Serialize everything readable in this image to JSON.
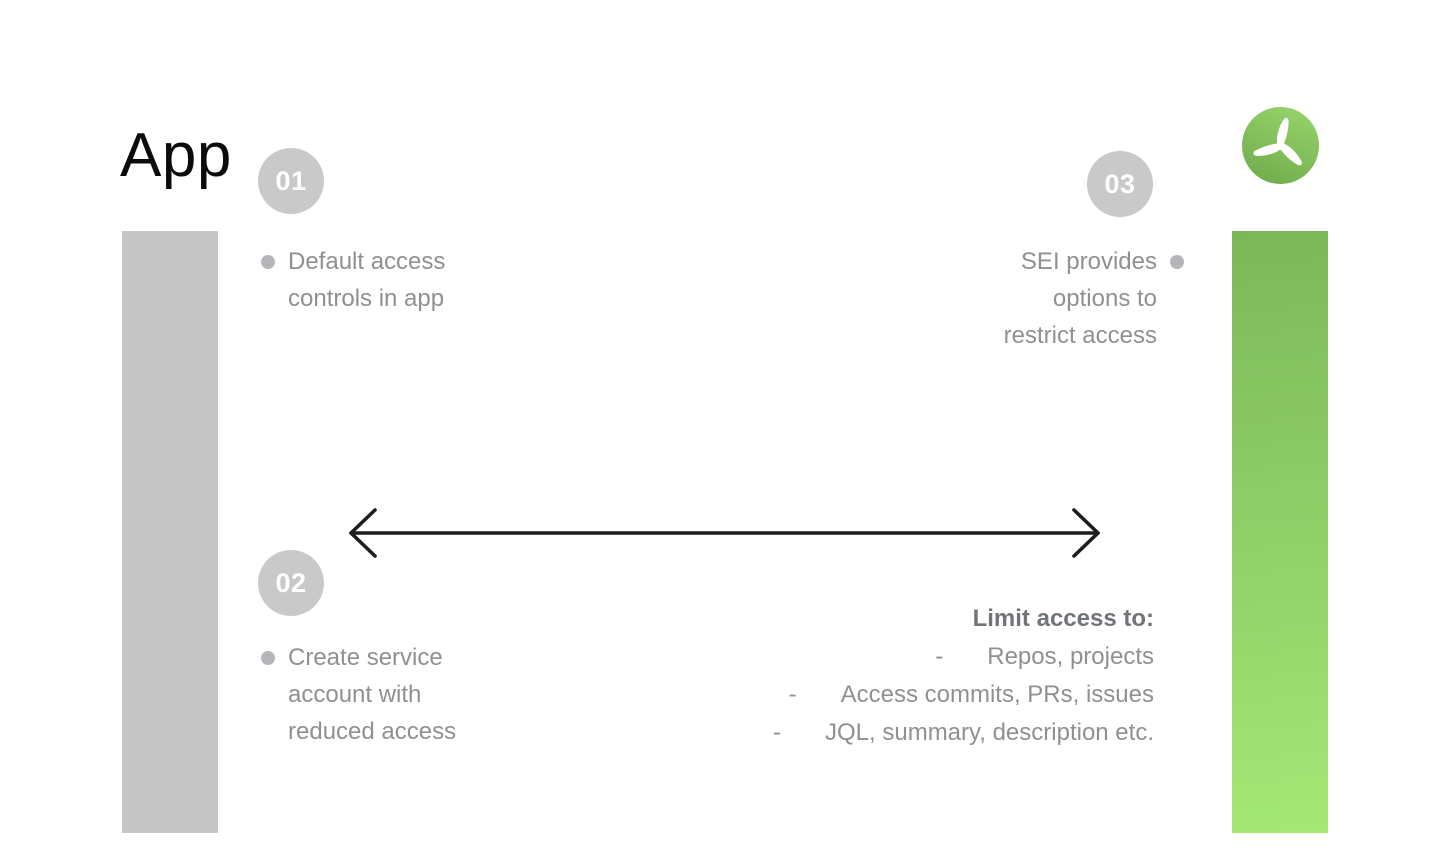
{
  "title": "App",
  "logo": {
    "name": "propeller-logo"
  },
  "steps": [
    {
      "number": "01",
      "lines": [
        "Default access",
        "controls in app"
      ]
    },
    {
      "number": "02",
      "lines": [
        "Create service",
        "account with",
        "reduced access"
      ]
    },
    {
      "number": "03",
      "lines": [
        "SEI provides",
        "options to",
        "restrict access"
      ]
    }
  ],
  "limit": {
    "title": "Limit access to:",
    "dash": "-",
    "items": [
      "Repos, projects",
      "Access commits, PRs, issues",
      "JQL, summary, description etc."
    ]
  },
  "colors": {
    "page-bg": "#ffffff",
    "title-color": "#0b0b0c",
    "gray-bar": "#c5c5c5",
    "green-dark": "#7cb75a",
    "green-light": "#a4e876",
    "logo-green-light": "#94d26a",
    "logo-green-dark": "#72ad4c",
    "badge-bg": "#c9c9c9",
    "bullet-color": "#b6b6ba",
    "text-gray": "#8e9194",
    "text-dark": "#717478",
    "arrow-color": "#1d1d1f"
  }
}
